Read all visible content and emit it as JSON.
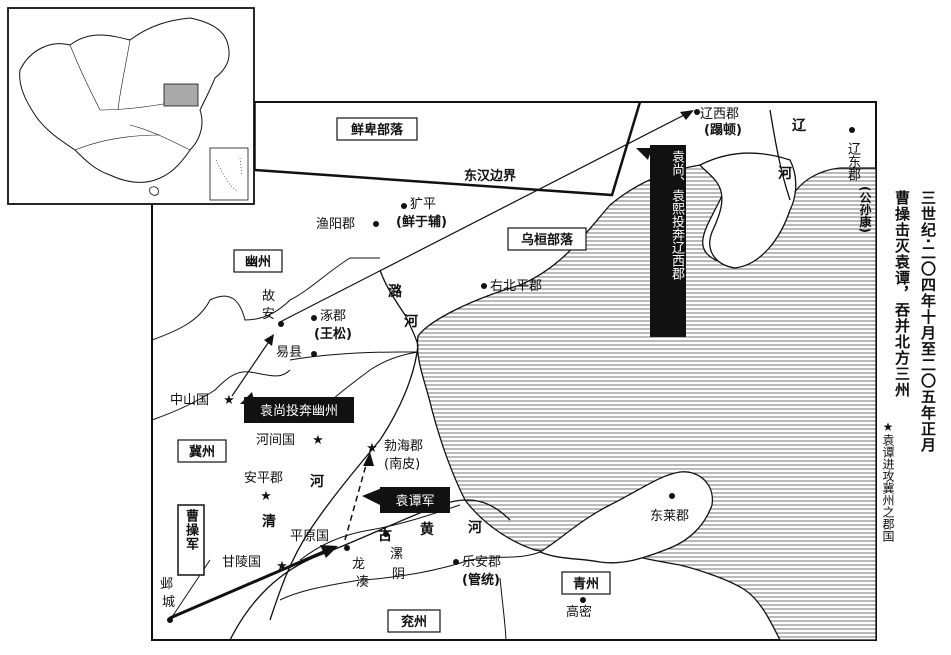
{
  "title": {
    "line1": "三世纪·二〇四年十月至二〇五年正月",
    "line2": "曹操击灭袁谭，吞并北方三州",
    "legend": "★袁谭进攻冀州之郡国"
  },
  "regions": {
    "xianbei": "鲜卑部落",
    "wuhuan": "乌桓部落",
    "youzhou": "幽州",
    "jizhou": "冀州",
    "qingzhou": "青州",
    "yanzhou": "兖州"
  },
  "border_label": "东汉边界",
  "places": {
    "liaoxi": "辽西郡",
    "liaoxi_ruler": "(蹋顿)",
    "liaodong": "辽东郡",
    "liaodong_ruler": "(公孙康)",
    "yuyang": "渔阳郡",
    "guangping": "犷平",
    "guangping_ruler": "(鲜于辅)",
    "youbeiping": "右北平郡",
    "guan": "故安",
    "zhuojun": "涿郡",
    "zhuojun_ruler": "(王松)",
    "yixian": "易县",
    "zhongshan": "中山国",
    "hejian": "河间国",
    "bohai": "勃海郡",
    "bohai_sub": "(南皮)",
    "anping": "安平郡",
    "pingyuan": "平原国",
    "ganling": "甘陵国",
    "longcou": "龙凑",
    "taiyin": "漯阴",
    "lean": "乐安郡",
    "lean_ruler": "(管统)",
    "donglai": "东莱郡",
    "gaomi": "高密",
    "yecheng": "邺城"
  },
  "rivers": {
    "liao": "辽河",
    "lu": "潞河",
    "qing": "清河",
    "gu_huanghe": "古黄河"
  },
  "arrows": {
    "yuan_shang_youzhou": "袁尚投奔幽州",
    "yuan_tan_army": "袁谭军",
    "cao_cao_army": "曹操军",
    "yuan_shang_xi_liaoxi": "袁尚、袁熙投奔辽西郡"
  }
}
